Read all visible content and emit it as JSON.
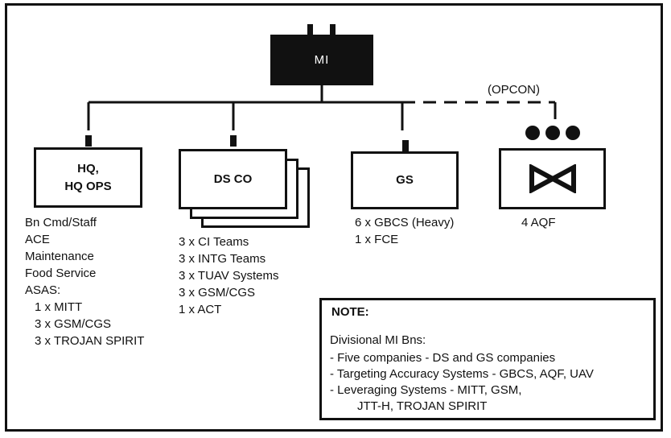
{
  "top": {
    "label": "MI"
  },
  "opcon_label": "(OPCON)",
  "units": [
    {
      "label_line1": "HQ,",
      "label_line2": "HQ OPS",
      "details": [
        "Bn Cmd/Staff",
        "ACE",
        "Maintenance",
        "Food Service",
        "ASAS:",
        "1 x MITT",
        "3 x GSM/CGS",
        "3 x TROJAN SPIRIT"
      ]
    },
    {
      "label": "DS CO",
      "details": [
        "3 x CI Teams",
        "3 x INTG Teams",
        "3 x TUAV Systems",
        "3 x GSM/CGS",
        "1 x ACT"
      ]
    },
    {
      "label": "GS",
      "details": [
        "6 x GBCS (Heavy)",
        "1 x FCE"
      ]
    },
    {
      "label": "",
      "details": [
        "4 AQF"
      ]
    }
  ],
  "note": {
    "title": "NOTE:",
    "intro": "Divisional MI Bns:",
    "items": [
      "- Five companies - DS and GS companies",
      "- Targeting Accuracy Systems - GBCS, AQF, UAV",
      "- Leveraging Systems - MITT, GSM,",
      "JTT-H, TROJAN SPIRIT"
    ]
  }
}
